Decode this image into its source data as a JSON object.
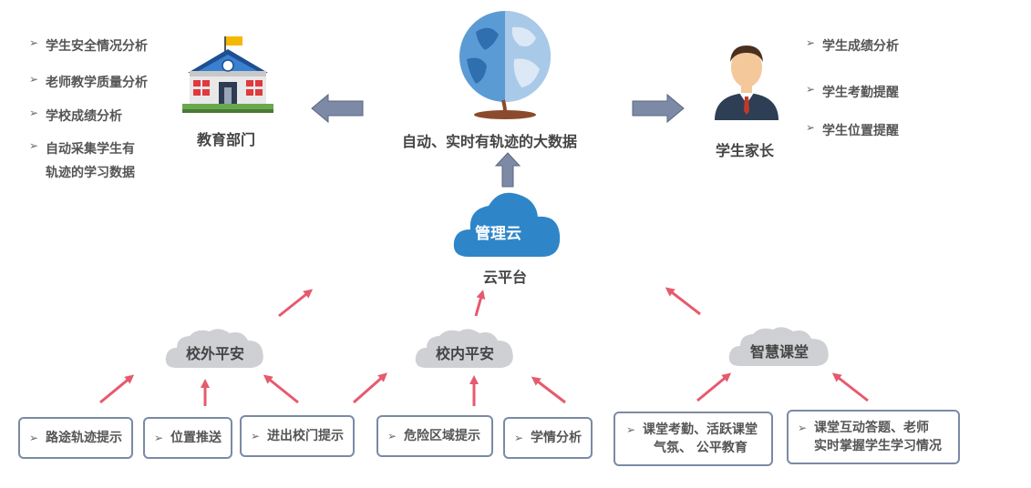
{
  "left_list": [
    "学生安全情况分析",
    "老师教学质量分析",
    "学校成绩分析",
    "自动采集学生有",
    "轨迹的学习数据"
  ],
  "right_list": [
    "学生成绩分析",
    "学生考勤提醒",
    "学生位置提醒"
  ],
  "edu_dept": "教育部门",
  "center_title": "自动、实时有轨迹的大数据",
  "parent": "学生家长",
  "cloud_inner": "管理云",
  "cloud_platform": "云平台",
  "clouds": {
    "outside": "校外平安",
    "inside": "校内平安",
    "class": "智慧课堂"
  },
  "boxes": {
    "b1": "路途轨迹提示",
    "b2": "位置推送",
    "b3": "进出校门提示",
    "b4": "危险区域提示",
    "b5": "学情分析",
    "b6_l1": "课堂考勤、活跃课堂",
    "b6_l2": "气氛、 公平教育",
    "b7_l1": "课堂互动答题、老师",
    "b7_l2": "实时掌握学生学习情况"
  },
  "colors": {
    "arrow_pink": "#e65a6e",
    "arrow_gray": "#7d8aa6",
    "cloud_blue": "#2e86c8",
    "box_border": "#7a8aa5"
  }
}
